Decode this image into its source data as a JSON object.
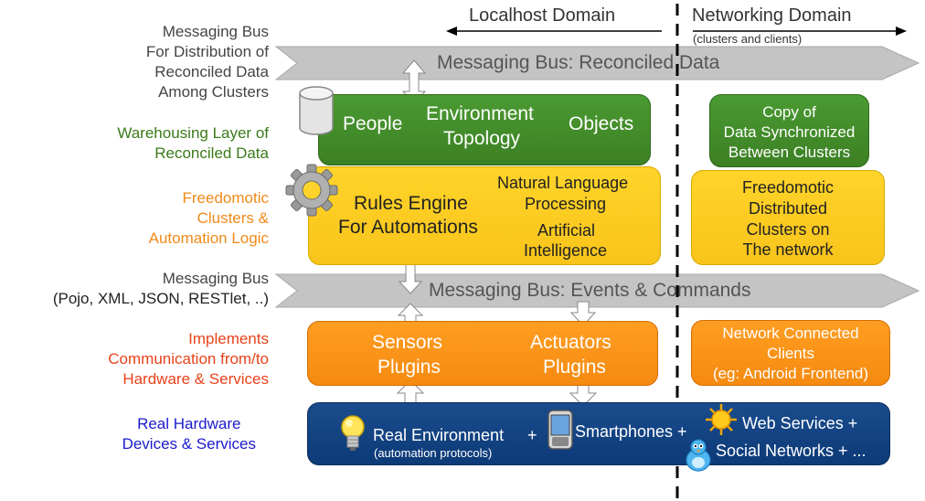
{
  "domains": {
    "localhost": "Localhost Domain",
    "networking": "Networking Domain",
    "networking_sub": "(clusters and clients)"
  },
  "left_labels": {
    "reconciled_bus": [
      "Messaging Bus",
      "For Distribution of",
      "Reconciled Data",
      "Among Clusters"
    ],
    "warehousing": [
      "Warehousing Layer of",
      "Reconciled Data"
    ],
    "freedomotic": [
      "Freedomotic",
      "Clusters &",
      "Automation Logic"
    ],
    "events_bus": [
      "Messaging Bus",
      "(Pojo, XML, JSON, RESTlet, ..)"
    ],
    "implements": [
      "Implements",
      "Communication from/to",
      "Hardware & Services"
    ],
    "hardware": [
      "Real Hardware",
      "Devices & Services"
    ]
  },
  "buses": {
    "reconciled": "Messaging Bus: Reconciled Data",
    "events": "Messaging Bus: Events & Commands"
  },
  "warehouse": {
    "people": "People",
    "environment": "Environment",
    "topology": "Topology",
    "objects": "Objects"
  },
  "rules": {
    "rules_engine": "Rules Engine",
    "for_automations": "For Automations",
    "nlp_1": "Natural Language",
    "nlp_2": "Processing",
    "ai_1": "Artificial",
    "ai_2": "Intelligence"
  },
  "network_copy": [
    "Copy of",
    "Data Synchronized",
    "Between Clusters"
  ],
  "network_clusters": [
    "Freedomotic",
    "Distributed",
    "Clusters on",
    "The network"
  ],
  "plugins": {
    "sensors_1": "Sensors",
    "sensors_2": "Plugins",
    "actuators_1": "Actuators",
    "actuators_2": "Plugins"
  },
  "network_clients": [
    "Network Connected",
    "Clients",
    "(eg: Android Frontend)"
  ],
  "hardware_box": {
    "real_env": "Real Environment",
    "plus1": "+",
    "real_env_sub": "(automation protocols)",
    "smartphones": "Smartphones +",
    "web_services": "Web Services +",
    "social": "Social Networks + ..."
  },
  "colors": {
    "gray_label": "#444444",
    "green_label": "#3a7a1a",
    "orange_label": "#f08a1a",
    "red_label": "#e8421a",
    "blue_label": "#1a1acc",
    "bus_gray": "#c2c2c2"
  },
  "icons": [
    "database-icon",
    "gear-icon",
    "lightbulb-icon",
    "smartphone-icon",
    "sun-icon",
    "bird-icon"
  ]
}
